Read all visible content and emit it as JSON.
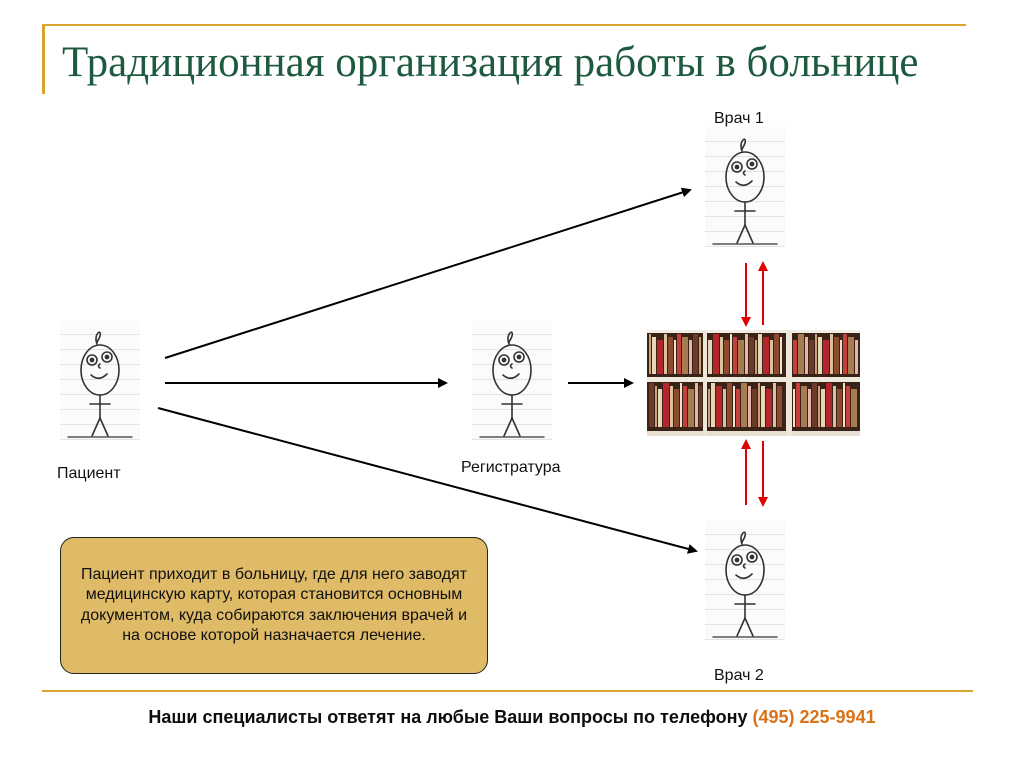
{
  "title": "Традиционная организация работы в больнице",
  "nodes": {
    "patient": {
      "label": "Пациент",
      "icon": "stick-figure-icon"
    },
    "registry": {
      "label": "Регистратура",
      "icon": "stick-figure-icon"
    },
    "doctor1": {
      "label": "Врач 1",
      "icon": "stick-figure-icon"
    },
    "doctor2": {
      "label": "Врач 2",
      "icon": "stick-figure-icon"
    },
    "archive": {
      "icon": "medical-records-shelf-icon"
    }
  },
  "edges": [
    {
      "from": "patient",
      "to": "doctor1",
      "color": "#000000"
    },
    {
      "from": "patient",
      "to": "registry",
      "color": "#000000"
    },
    {
      "from": "patient",
      "to": "doctor2",
      "color": "#000000"
    },
    {
      "from": "registry",
      "to": "archive",
      "color": "#000000"
    },
    {
      "from": "archive",
      "to": "doctor1",
      "color": "#e00000"
    },
    {
      "from": "doctor1",
      "to": "archive",
      "color": "#e00000"
    },
    {
      "from": "archive",
      "to": "doctor2",
      "color": "#e00000"
    },
    {
      "from": "doctor2",
      "to": "archive",
      "color": "#e00000"
    }
  ],
  "info_box": {
    "text": "Пациент приходит в больницу, где для него заводят медицинскую карту, которая становится основным документом, куда собираются заключения врачей и на основе которой назначается лечение.",
    "color": "#dfba67"
  },
  "footer": {
    "text": "Наши специалисты ответят на любые Ваши вопросы по телефону",
    "phone": "(495) 225-9941",
    "phone_color": "#d9731a"
  },
  "colors": {
    "title": "#1d5a3f",
    "accent": "#d7a62c"
  }
}
